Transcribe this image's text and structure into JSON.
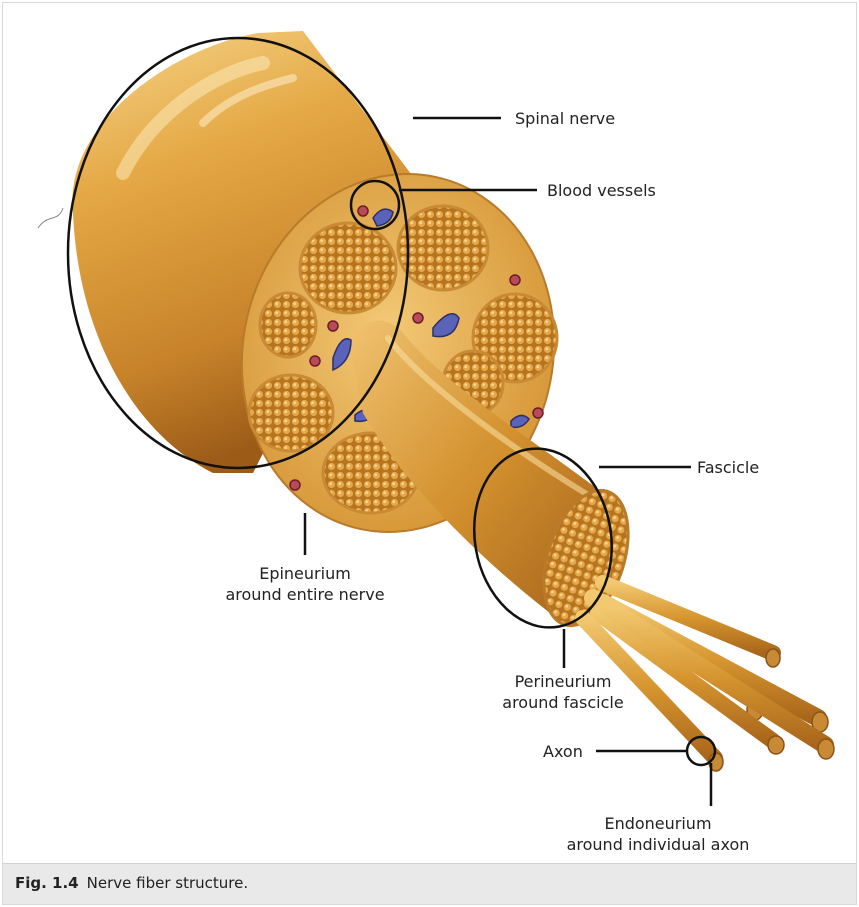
{
  "figure": {
    "labels": {
      "spinal_nerve": "Spinal nerve",
      "blood_vessels": "Blood vessels",
      "fascicle": "Fascicle",
      "epineurium_line1": "Epineurium",
      "epineurium_line2": "around entire nerve",
      "perineurium_line1": "Perineurium",
      "perineurium_line2": "around fascicle",
      "axon": "Axon",
      "endoneurium_line1": "Endoneurium",
      "endoneurium_line2": "around individual axon"
    }
  },
  "caption": {
    "number": "Fig. 1.4",
    "text": "Nerve fiber structure."
  },
  "colors": {
    "nerve_light": "#f2c56a",
    "nerve_mid": "#d99a2e",
    "nerve_dark": "#a8641a",
    "vessel_blue": "#5a63b8",
    "vessel_red": "#b84a5a",
    "leader_line": "#111111"
  }
}
